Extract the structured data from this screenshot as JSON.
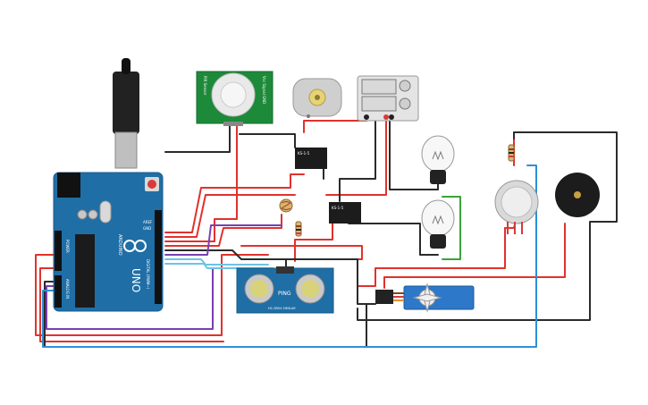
{
  "arduino": {
    "board_name": "UNO",
    "brand_label": "ARDUINO",
    "digital_label": "DIGITAL (PWM~)",
    "power_label": "POWER",
    "analog_label": "ANALOG IN",
    "aref_label": "AREF",
    "gnd_label": "GND"
  },
  "pir_sensor": {
    "label_left": "PIR Sensor",
    "label_right": "Vcc Signal GND"
  },
  "relay_1": {
    "label": "KS-1-5"
  },
  "relay_2": {
    "label": "KS-1-5"
  },
  "ultrasonic": {
    "name_label": "PING",
    "sub_label": "HC-SR04 SIMILAR"
  },
  "power_supply": {
    "display_top": "",
    "display_bottom": ""
  },
  "colors": {
    "wire_red": "#e0322d",
    "wire_black": "#2b2b2b",
    "wire_green": "#3aa33a",
    "wire_purple": "#7a3fb3",
    "wire_blue": "#2d8fd6",
    "wire_cyan": "#6ec3e6",
    "board_blue": "#1f6ea6",
    "pir_green": "#1d8a3a"
  }
}
